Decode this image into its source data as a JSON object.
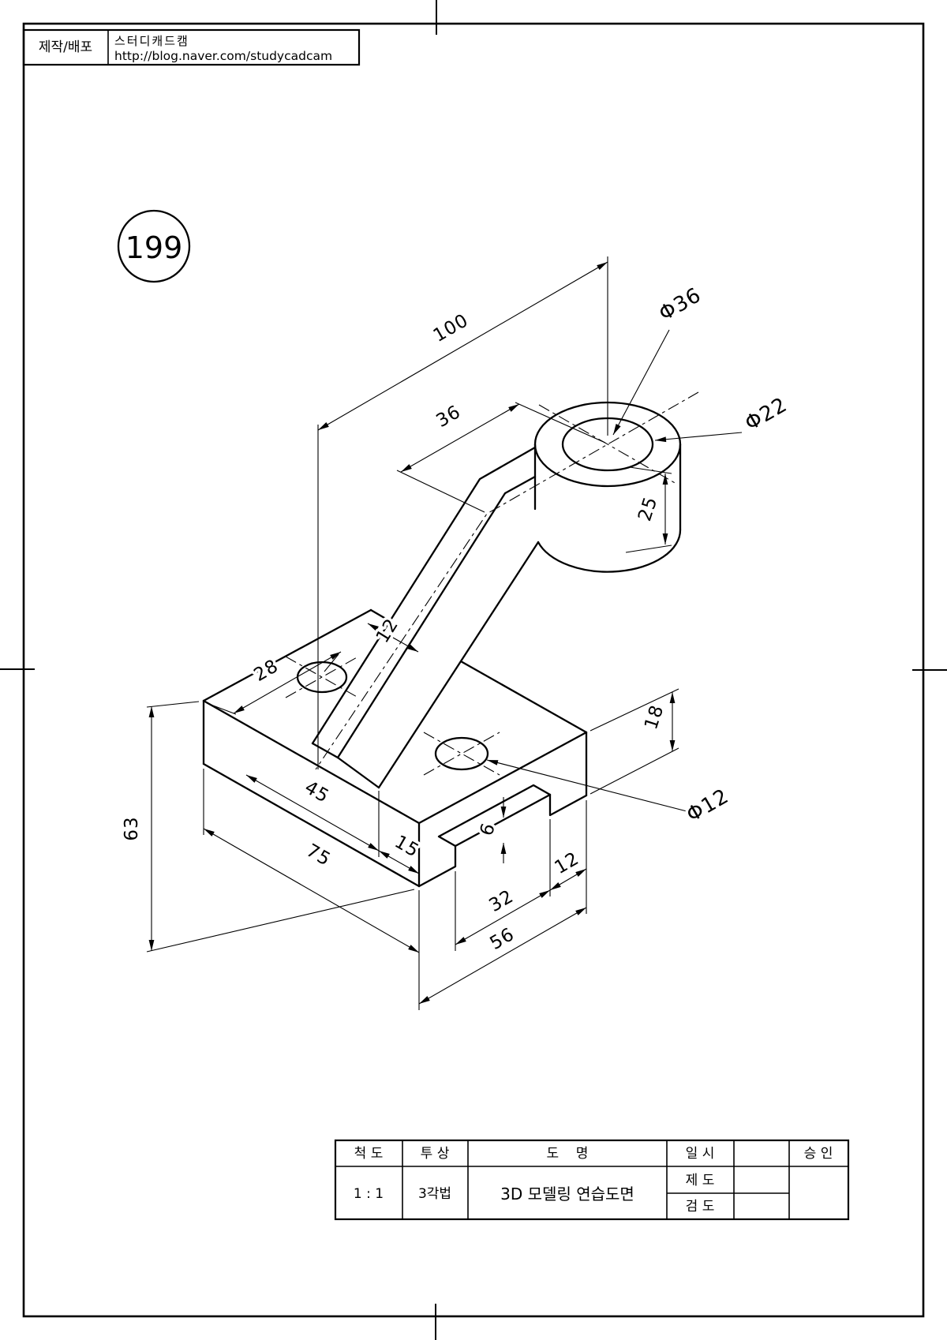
{
  "header": {
    "label": "제작/배포",
    "brand": "스터디캐드캠",
    "url": "http://blog.naver.com/studycadcam"
  },
  "drawing_number": "199",
  "dims": {
    "len100": "100",
    "len36": "36",
    "dia36": "Φ36",
    "dia22": "Φ22",
    "len25": "25",
    "len28": "28",
    "arm12": "12",
    "len18": "18",
    "len63": "63",
    "len45": "45",
    "len15": "15",
    "len75": "75",
    "len6": "6",
    "len32": "32",
    "notch12": "12",
    "len56": "56",
    "dia12": "Φ12"
  },
  "title_block": {
    "scale_label": "척 도",
    "projection_label": "투 상",
    "title_label": "도    명",
    "datetime_label": "일 시",
    "approval_label": "승 인",
    "draft_label": "제 도",
    "check_label": "검 도",
    "scale_value": "1 : 1",
    "projection_value": "3각법",
    "title_value": "3D 모델링 연습도면"
  }
}
